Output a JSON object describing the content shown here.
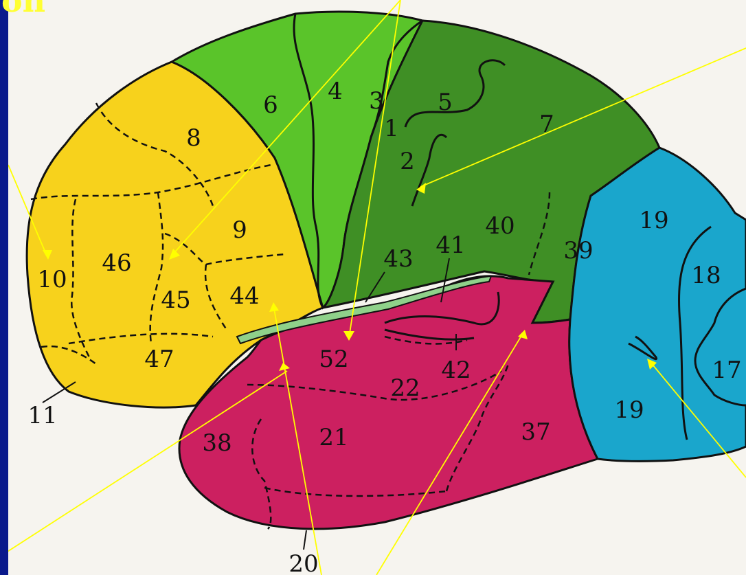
{
  "slide": {
    "title_fragment": "on",
    "colors": {
      "background": "#0a1a8c",
      "frontal": "#f7d21c",
      "motor": "#5ac42a",
      "parietal": "#3f8f25",
      "temporal": "#cc2060",
      "occipital": "#1aa6cc",
      "pointer": "#ffff00"
    }
  },
  "areas": {
    "a1": "1",
    "a2": "2",
    "a3": "3",
    "a4": "4",
    "a5": "5",
    "a6": "6",
    "a7": "7",
    "a8": "8",
    "a9": "9",
    "a10": "10",
    "a11": "11",
    "a17": "17",
    "a18": "18",
    "a19a": "19",
    "a19b": "19",
    "a20": "20",
    "a21": "21",
    "a22": "22",
    "a37": "37",
    "a38": "38",
    "a39": "39",
    "a40": "40",
    "a41": "41",
    "a42": "42",
    "a43": "43",
    "a44": "44",
    "a45": "45",
    "a46": "46",
    "a47": "47",
    "a52": "52"
  }
}
